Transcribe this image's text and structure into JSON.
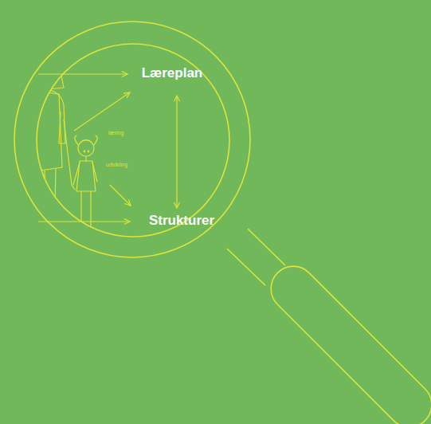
{
  "diagram": {
    "nodes": [
      {
        "text": [
          "Læreplan"
        ]
      },
      {
        "text": [
          "Strukturer"
        ]
      }
    ],
    "edges": [
      {
        "from": 0,
        "to": 1,
        "arrow": "both"
      }
    ],
    "labels": [
      "læring",
      "udvikling"
    ]
  }
}
